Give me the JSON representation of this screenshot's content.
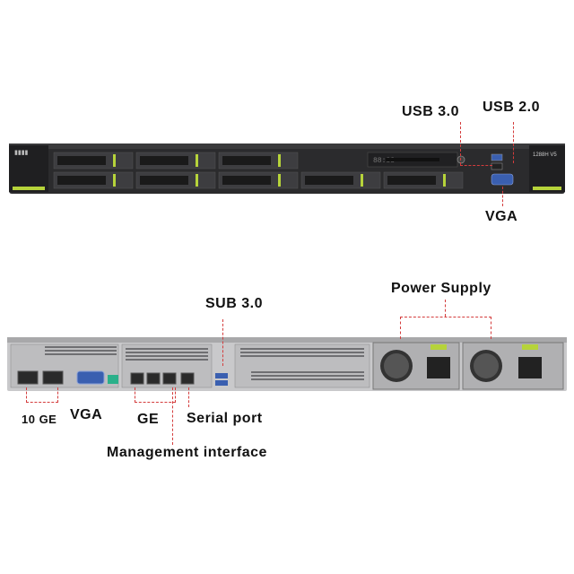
{
  "front": {
    "labels": {
      "usb30": "USB 3.0",
      "usb20": "USB 2.0",
      "vga": "VGA"
    },
    "model_text": "1288H V5"
  },
  "rear": {
    "labels": {
      "sub30": "SUB 3.0",
      "power_supply": "Power Supply",
      "ge10": "10 GE",
      "vga": "VGA",
      "ge": "GE",
      "serial": "Serial port",
      "management": "Management interface"
    }
  },
  "colors": {
    "chassis": "#2b2b2d",
    "accent_green": "#b6d33a",
    "callout_red": "#d43c3c",
    "vga_blue": "#3a5fb0"
  }
}
